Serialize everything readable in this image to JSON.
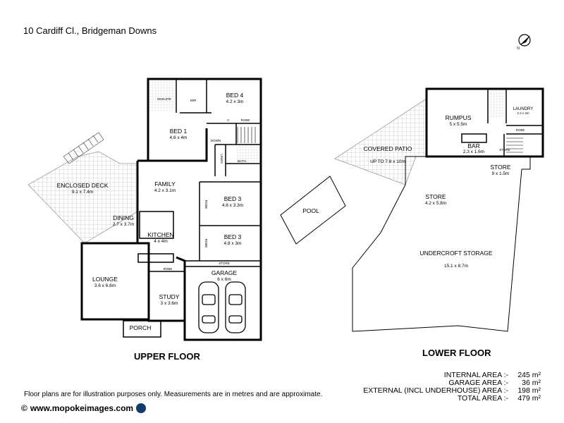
{
  "title": "10 Cardiff Cl., Bridgeman Downs",
  "compass_icon": "north-arrow-icon",
  "upper_floor": {
    "label": "UPPER FLOOR",
    "rooms": {
      "ensuite": {
        "name": "ENSUITE"
      },
      "wir": {
        "name": "WIR"
      },
      "bed4": {
        "name": "BED 4",
        "dims": "4.2 x 3m"
      },
      "bed1": {
        "name": "BED 1",
        "dims": "4.6 x 4m"
      },
      "robe_c": {
        "name": "C"
      },
      "robe": {
        "name": "ROBE"
      },
      "down": {
        "name": "DOWN"
      },
      "linen": {
        "name": "LINEN"
      },
      "bath": {
        "name": "BATH"
      },
      "deck": {
        "name": "ENCLOSED DECK",
        "dims": "9.1 x 7.4m"
      },
      "family": {
        "name": "FAMILY",
        "dims": "4.2 x 3.1m"
      },
      "bed3a": {
        "name": "BED 3",
        "dims": "4.8 x 3.3m"
      },
      "bed3b": {
        "name": "BED 3",
        "dims": "4.8 x 3m"
      },
      "dining": {
        "name": "DINING",
        "dims": "2.7 x 3.7m"
      },
      "kitchen": {
        "name": "KITCHEN",
        "dims": "4 x 4m"
      },
      "robe2": {
        "name": "ROBE"
      },
      "robe3": {
        "name": "ROBE"
      },
      "robe4": {
        "name": "ROBE"
      },
      "store": {
        "name": "STORE"
      },
      "lounge": {
        "name": "LOUNGE",
        "dims": "3.6 x 6.6m"
      },
      "garage": {
        "name": "GARAGE",
        "dims": "6 x 6m"
      },
      "study": {
        "name": "STUDY",
        "dims": "3 x 3.6m"
      },
      "porch": {
        "name": "PORCH"
      }
    }
  },
  "lower_floor": {
    "label": "LOWER FLOOR",
    "rooms": {
      "rumpus": {
        "name": "RUMPUS",
        "dims": "5 x 5.5m"
      },
      "laundry": {
        "name": "LAUNDRY",
        "dims": "2.3 x 3m"
      },
      "bar": {
        "name": "BAR",
        "dims": "2.3 x 1.6m"
      },
      "robe": {
        "name": "ROBE"
      },
      "store_small": {
        "name": "STORE"
      },
      "patio": {
        "name": "COVERED PATIO",
        "dims": "UP TO 7.8 x 10m"
      },
      "store1": {
        "name": "STORE",
        "dims": "9 x 1.5m"
      },
      "store2": {
        "name": "STORE",
        "dims": "4.2 x 5.8m"
      },
      "pool": {
        "name": "POOL"
      },
      "undercroft": {
        "name": "UNDERCROFT STORAGE",
        "dims": "15.1 x 8.7m"
      }
    }
  },
  "disclaimer": "Floor plans are for illustration purposes only. Measurements are in metres and are approximate.",
  "copyright": "www.mopokeimages.com",
  "areas": [
    {
      "label": "INTERNAL AREA :-",
      "value": "245 m²"
    },
    {
      "label": "GARAGE AREA :-",
      "value": "36 m²"
    },
    {
      "label": "EXTERNAL (INCL UNDERHOUSE) AREA :-",
      "value": "198 m²"
    },
    {
      "label": "TOTAL AREA :-",
      "value": "479 m²"
    }
  ],
  "colors": {
    "wall": "#000000",
    "hatch": "#b0b0b0",
    "logo": "#123a6b"
  }
}
